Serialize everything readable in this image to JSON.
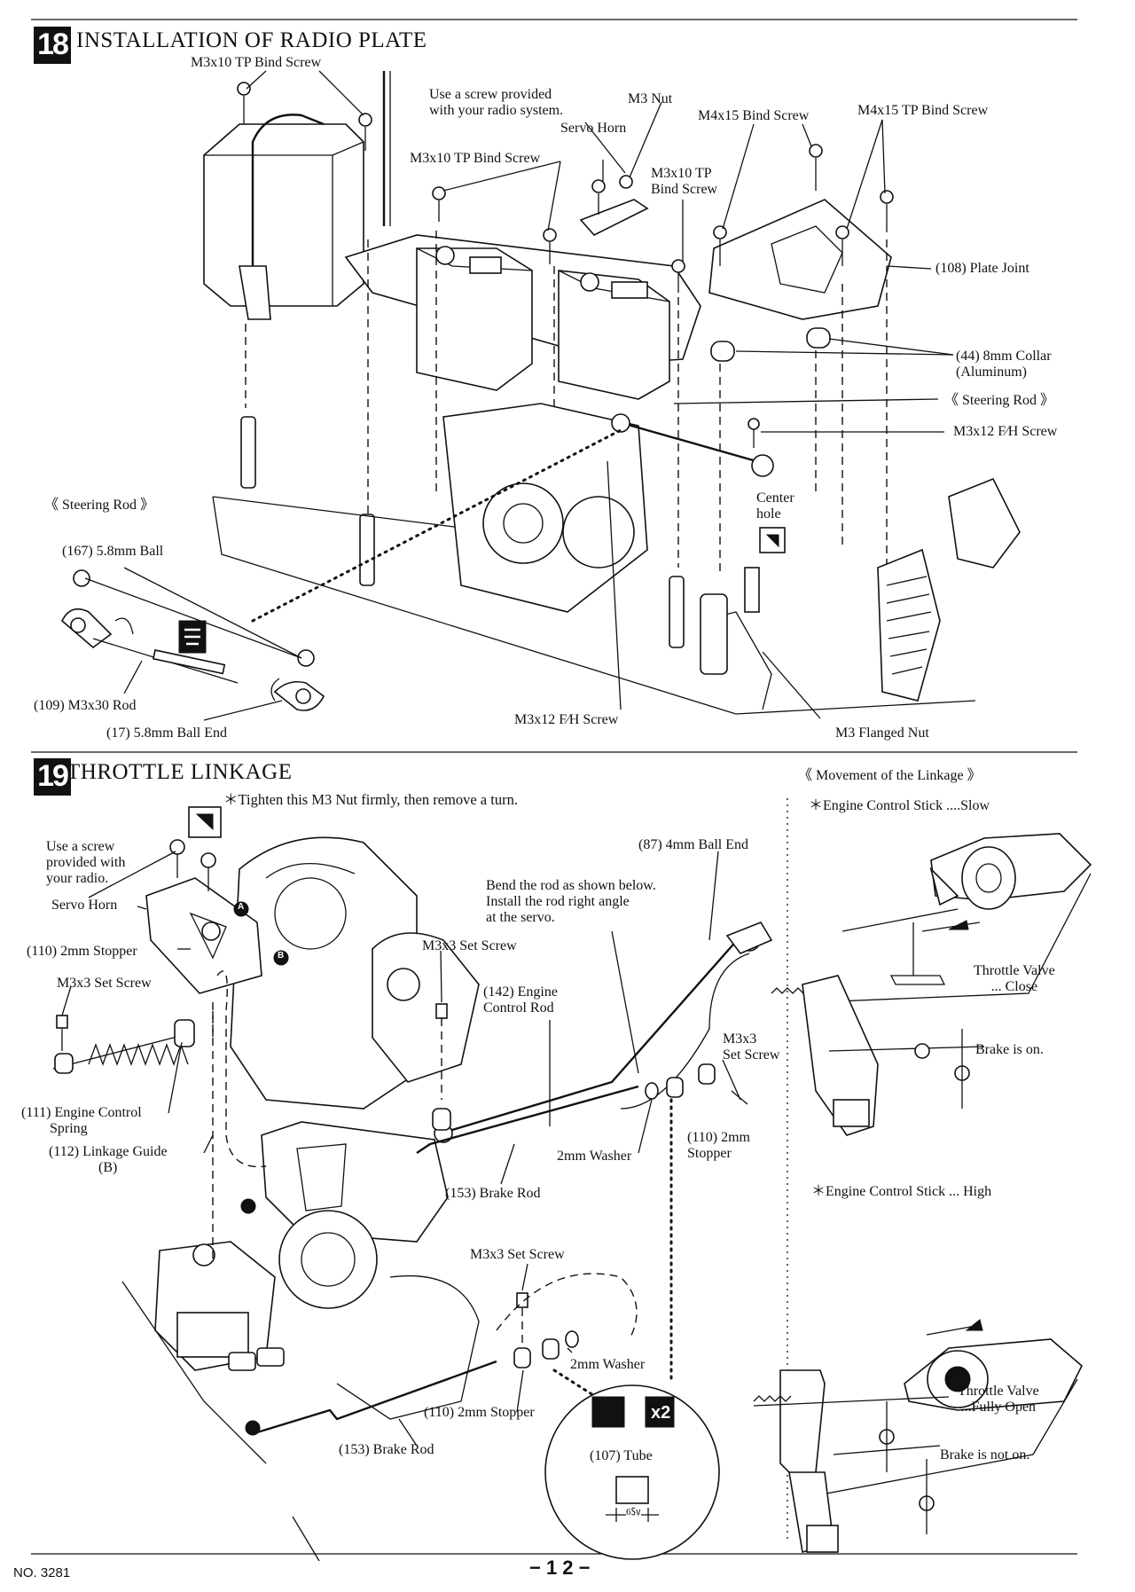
{
  "step18": {
    "number": "18",
    "title": "INSTALLATION OF RADIO PLATE",
    "labels": {
      "m3x10_tp_bind_screw_a": "M3x10 TP Bind Screw",
      "use_screw_radio": "Use a screw provided\nwith your radio system.",
      "m3_nut": "M3 Nut",
      "servo_horn": "Servo Horn",
      "m4x15_bind_screw": "M4x15 Bind Screw",
      "m4x15_tp_bind_screw": "M4x15 TP Bind Screw",
      "m3x10_tp_bind_screw_b": "M3x10 TP Bind Screw",
      "m3x10_tp_bind_screw_c": "M3x10 TP\nBind Screw",
      "plate_joint": "(108) Plate Joint",
      "collar": "(44) 8mm Collar\n(Aluminum)",
      "steering_rod_right": "《 Steering Rod 》",
      "m3x12_fh_screw_right": "M3x12 F∕H Screw",
      "steering_rod_left": "《 Steering Rod 》",
      "ball_167": "(167) 5.8mm Ball",
      "center_hole": "Center\nhole",
      "rod_109": "(109) M3x30 Rod",
      "ball_end_17": "(17) 5.8mm Ball End",
      "m3x12_fh_screw_bottom": "M3x12 F∕H Screw",
      "m3_flanged_nut": "M3 Flanged Nut"
    }
  },
  "step19": {
    "number": "19",
    "title": "THROTTLE LINKAGE",
    "note": "＊Tighten this M3 Nut firmly, then remove a turn.",
    "labels": {
      "use_screw_radio": "Use a screw\nprovided with\nyour radio.",
      "servo_horn": "Servo Horn",
      "stopper_110_a": "(110) 2mm Stopper",
      "set_screw_a": "M3x3 Set Screw",
      "spring_111": "(111) Engine Control\n        Spring",
      "guide_112": "(112) Linkage Guide\n              (B)",
      "ball_end_87": "(87) 4mm Ball End",
      "bend_rod": "Bend the rod as shown below.\nInstall the rod right angle\nat the servo.",
      "set_screw_b": "M3x3 Set Screw",
      "engine_rod_142": "(142) Engine\nControl Rod",
      "set_screw_c": "M3x3\nSet Screw",
      "washer_a": "2mm Washer",
      "stopper_110_b": "(110) 2mm\nStopper",
      "brake_rod_153_a": "(153) Brake Rod",
      "set_screw_d": "M3x3 Set Screw",
      "washer_b": "2mm Washer",
      "stopper_110_c": "(110) 2mm Stopper",
      "brake_rod_153_b": "(153) Brake Rod",
      "tube_107": "(107) Tube",
      "tube_dim": "6㏜",
      "qty": "x2",
      "marker_a": "A",
      "marker_b": "B"
    },
    "movement": {
      "title": "《 Movement of the Linkage 》",
      "slow": "＊Engine Control Stick ....Slow",
      "valve_close": "Throttle Valve\n... Close",
      "brake_on": "Brake is on.",
      "high": "＊Engine Control Stick ... High",
      "valve_open": "Throttle Valve\n...Fully Open",
      "brake_off": "Brake is not on."
    }
  },
  "footer": {
    "doc_number": "NO. 3281",
    "page_number": "− 1 2 −"
  }
}
